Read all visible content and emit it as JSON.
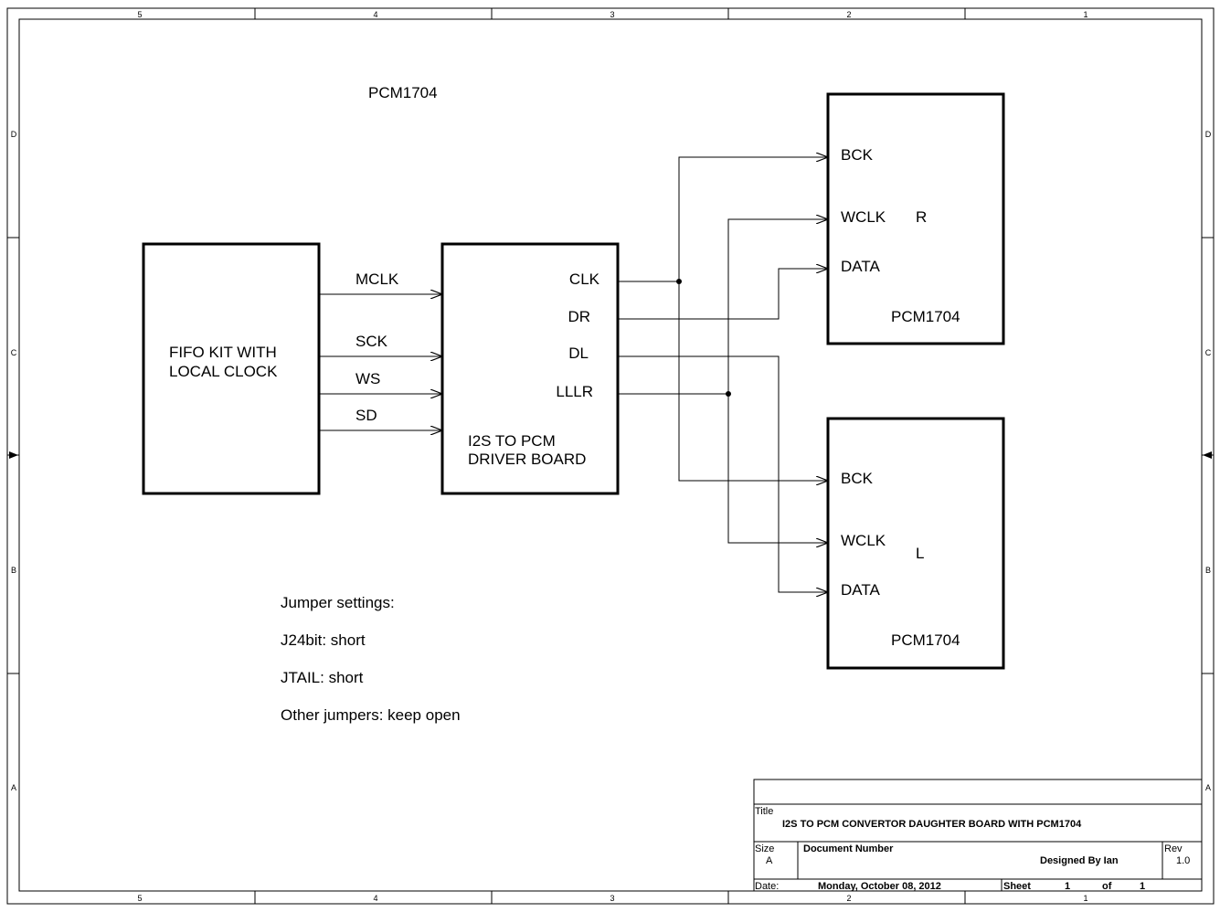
{
  "frame": {
    "col_labels_top": [
      "5",
      "4",
      "3",
      "2",
      "1"
    ],
    "col_labels_bottom": [
      "5",
      "4",
      "3",
      "2",
      "1"
    ],
    "row_labels_left": [
      "D",
      "C",
      "B",
      "A"
    ],
    "row_labels_right": [
      "D",
      "C",
      "B",
      "A"
    ]
  },
  "diagram": {
    "top_label": "PCM1704",
    "fifo": {
      "line1": "FIFO KIT WITH",
      "line2": "LOCAL CLOCK"
    },
    "fifo_signals": [
      "MCLK",
      "SCK",
      "WS",
      "SD"
    ],
    "driver": {
      "outputs": [
        "CLK",
        "DR",
        "DL",
        "LLLR"
      ],
      "line1": "I2S TO PCM",
      "line2": "DRIVER BOARD"
    },
    "dac_right": {
      "pins": [
        "BCK",
        "WCLK",
        "DATA"
      ],
      "channel": "R",
      "name": "PCM1704"
    },
    "dac_left": {
      "pins": [
        "BCK",
        "WCLK",
        "DATA"
      ],
      "channel": "L",
      "name": "PCM1704"
    }
  },
  "notes": [
    "Jumper settings:",
    "J24bit: short",
    "JTAIL: short",
    "Other jumpers: keep open"
  ],
  "title_block": {
    "title_label": "Title",
    "title": "I2S TO PCM CONVERTOR DAUGHTER BOARD WITH PCM1704",
    "size_label": "Size",
    "size": "A",
    "doc_label": "Document Number",
    "designer": "Designed By Ian",
    "rev_label": "Rev",
    "rev": "1.0",
    "date_label": "Date:",
    "date": "Monday, October 08, 2012",
    "sheet_label": "Sheet",
    "sheet_num": "1",
    "of_label": "of",
    "sheet_total": "1"
  }
}
